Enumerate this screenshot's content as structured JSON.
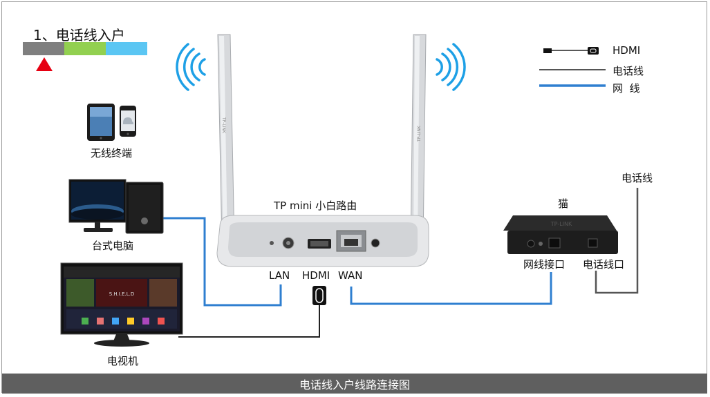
{
  "header": {
    "title": "1、电话线入户",
    "progress_colors": [
      "#7f7f7f",
      "#92d050",
      "#5bc6f3"
    ],
    "marker_color": "#e60012"
  },
  "legend": {
    "hdmi": "HDMI",
    "phone_line": "电话线",
    "network_line": "网  线",
    "phone_line_color": "#555555",
    "network_line_color": "#2f7fd0"
  },
  "devices": {
    "wireless": "无线终端",
    "desktop": "台式电脑",
    "tv": "电视机",
    "router": "TP mini 小白路由",
    "modem": "猫"
  },
  "ports": {
    "lan": "LAN",
    "hdmi": "HDMI",
    "wan": "WAN",
    "modem_net": "网线接口",
    "modem_phone": "电话线口"
  },
  "phone_in": "电话线",
  "brand": {
    "antenna": "TP-LINK",
    "modem": "TP-LINK"
  },
  "tv_screen": "S.H.I.E.L.D",
  "footer": "电话线入户线路连接图"
}
